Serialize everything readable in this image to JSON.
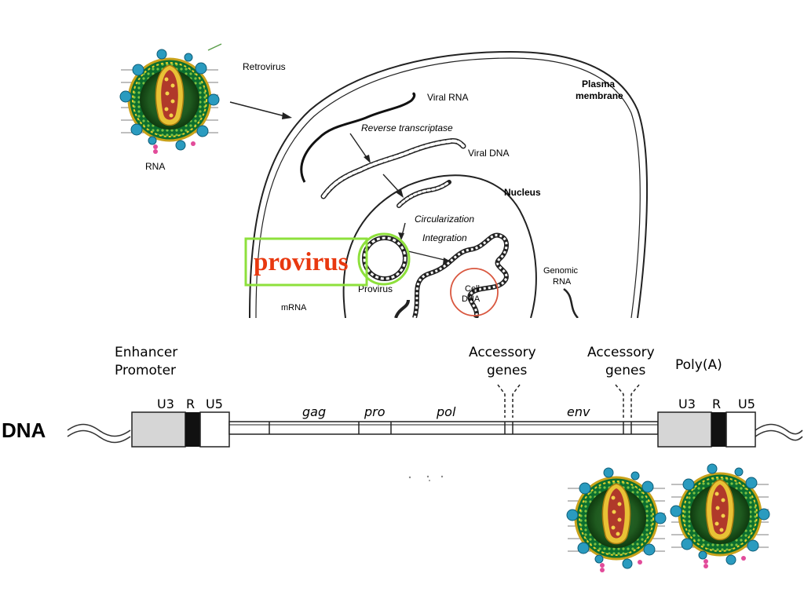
{
  "cell_diagram": {
    "retrovirus_label": "Retrovirus",
    "rna_label": "RNA",
    "viral_rna_label": "Viral RNA",
    "plasma_membrane_line1": "Plasma",
    "plasma_membrane_line2": "membrane",
    "reverse_transcriptase_label": "Reverse transcriptase",
    "viral_dna_label": "Viral DNA",
    "nucleus_label": "Nucleus",
    "circularization_label": "Circularization",
    "integration_label": "Integration",
    "provirus_small_label": "Provirus",
    "genomic_rna_line1": "Genomic",
    "genomic_rna_line2": "RNA",
    "cell_dna_line1": "Cell",
    "cell_dna_line2": "DNA",
    "mrna_label": "mRNA",
    "provirus_callout": "provirus"
  },
  "genome_map": {
    "dna_label": "DNA",
    "enhancer_label": "Enhancer",
    "promoter_label": "Promoter",
    "accessory_genes_left_line1": "Accessory",
    "accessory_genes_left_line2": "genes",
    "accessory_genes_right_line1": "Accessory",
    "accessory_genes_right_line2": "genes",
    "polya_label": "Poly(A)",
    "ltr_left": {
      "u3": "U3",
      "r": "R",
      "u5": "U5"
    },
    "ltr_right": {
      "u3": "U3",
      "r": "R",
      "u5": "U5"
    },
    "genes": {
      "gag": "gag",
      "pro": "pro",
      "pol": "pol",
      "env": "env"
    }
  },
  "colors": {
    "callout_red": "#e8380f",
    "callout_green": "#8ee03c",
    "cell_dna_circle": "#d9573f",
    "ltr_gray": "#d6d6d6"
  }
}
